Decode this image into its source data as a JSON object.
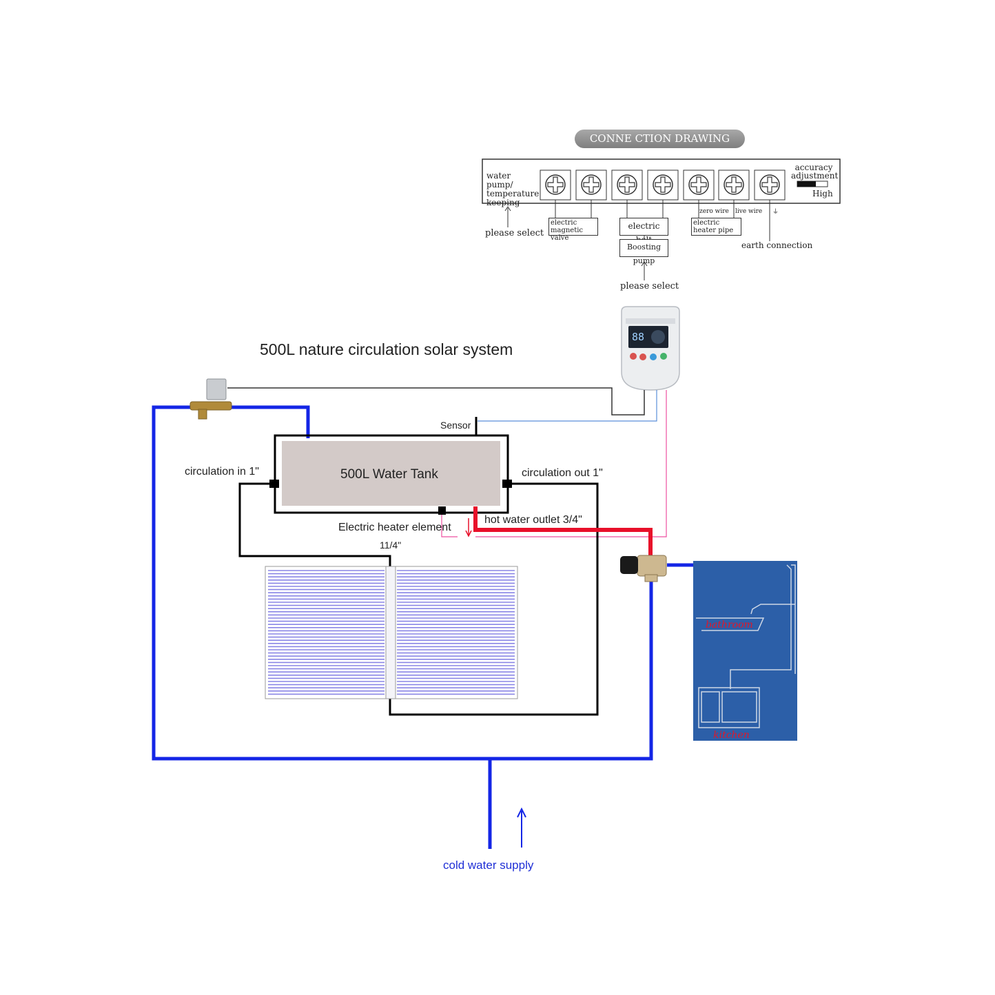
{
  "connection_drawing": {
    "title": "CONNE CTION DRAWING",
    "water_pump_label": "water pump/ temperature keeping",
    "accuracy_label": "accuracy adjustment",
    "accuracy_high": "High",
    "please_select_left": "please select",
    "please_select_bottom": "please select",
    "electric_magnetic_valve": "electric magnetic valve",
    "electric_belt": "electric belt",
    "boosting_pump": "Boosting pump",
    "zero_wire": "zero wire",
    "live_wire": "live wire",
    "electric_heater_pipe": "electric heater pipe",
    "earth_connection": "earth connection",
    "earth_symbol": "⏚"
  },
  "controller": {
    "display": "88"
  },
  "system": {
    "title": "500L nature circulation solar system",
    "tank_label": "500L Water Tank",
    "sensor_label": "Sensor",
    "circulation_in": "circulation in 1\"",
    "circulation_out": "circulation out 1\"",
    "hot_water_outlet": "hot water outlet 3/4\"",
    "electric_heater_element": "Electric heater element",
    "collector_pipe": "11/4\"",
    "cold_water_supply": "cold water supply"
  },
  "rooms": {
    "bathroom": "bathroom",
    "kitchen": "kitchen"
  },
  "colors": {
    "cold_pipe": "#1426e6",
    "hot_pipe": "#e8102a",
    "tank_fill": "#d3cac8",
    "room_bg": "#2c5fa8",
    "collector_tube": "#8a86e6"
  }
}
